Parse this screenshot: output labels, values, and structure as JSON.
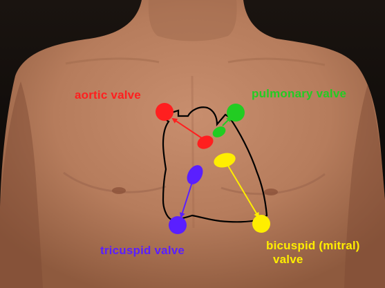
{
  "labels": {
    "aortic": "aortic valve",
    "pulmonary": "pulmonary valve",
    "tricuspid": "tricuspid valve",
    "bicuspid_line1": "bicuspid (mitral)",
    "bicuspid_line2": "valve"
  },
  "colors": {
    "aortic": "#ff1f1f",
    "pulmonary": "#22cc22",
    "tricuspid": "#5a1fff",
    "bicuspid": "#ffee00",
    "outline": "#000000"
  }
}
